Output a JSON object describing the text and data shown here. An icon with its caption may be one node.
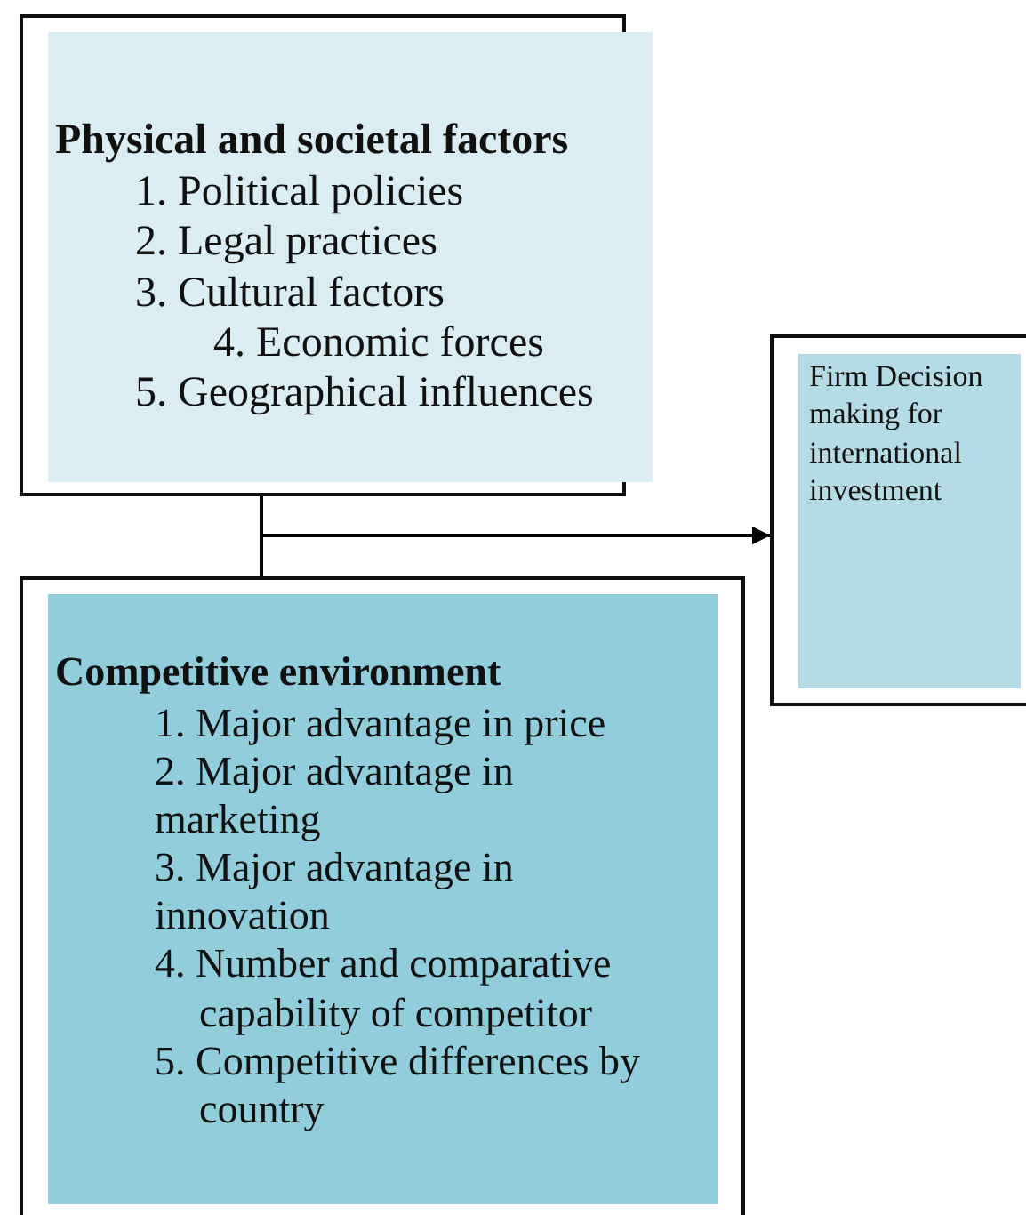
{
  "diagram": {
    "nodes": [
      {
        "text": [],
        "shape": "box"
      },
      {
        "text": [
          "Physical and societal factors",
          "1. Political policies",
          "2. Legal practices",
          "3. Cultural factors",
          "4. Economic forces",
          "5. Geographical influences"
        ],
        "in": 0
      },
      {
        "text": [],
        "shape": "box"
      },
      {
        "text": [
          "Competitive environment",
          "1. Major advantage in price",
          "2. Major advantage in marketing",
          "3. Major advantage in innovation",
          "4. Number and comparative capability of competitor",
          "5. Competitive differences by country"
        ],
        "in": 2
      },
      {
        "text": [],
        "shape": "box"
      },
      {
        "text": [
          "Firm Decision making for international investment"
        ],
        "in": 4
      }
    ],
    "edges": [
      {
        "from": 0,
        "to": 4,
        "arrow": "to"
      },
      {
        "from": 2,
        "to": 4,
        "arrow": "to"
      }
    ]
  }
}
